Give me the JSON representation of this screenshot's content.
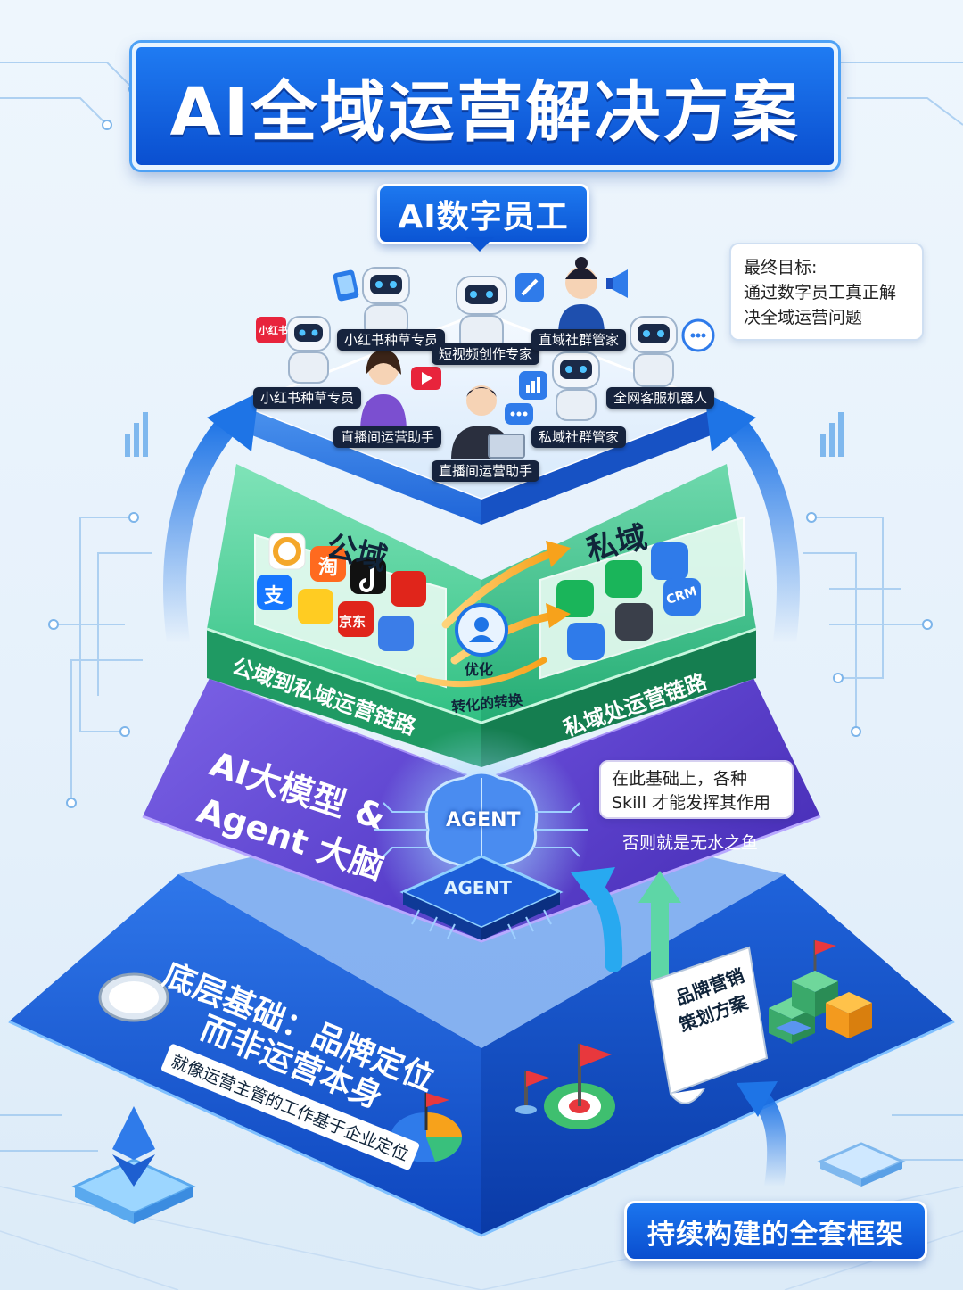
{
  "title": "AI全域运营解决方案",
  "top_layer": {
    "label": "AI数字员工",
    "goal_note": [
      "最终目标:",
      "通过数字员工真正解",
      "决全域运营问题"
    ],
    "roles": [
      "小红书种草专员",
      "短视频创作专家",
      "直域社群管家",
      "小红书种草专员",
      "直播间运营助手",
      "直播间运营助手",
      "私域社群管家",
      "全网客服机器人"
    ],
    "app_badge": "小红书"
  },
  "second_layer": {
    "public_label": "公域",
    "private_label": "私域",
    "left_caption": "公域到私域运营链路",
    "right_caption": "私域处运营链路",
    "optimize_label": "优化",
    "convert_label": "转化的转换",
    "public_apps": [
      "淘",
      "支",
      "京东"
    ],
    "private_apps": [
      "CRM"
    ]
  },
  "third_layer": {
    "title_line1": "AI大模型 &",
    "title_line2": "Agent 大脑",
    "brain_label": "AGENT",
    "chip_label": "AGENT",
    "note": [
      "在此基础上，各种",
      "Skill 才能发挥其作用"
    ],
    "note_sub": "否则就是无水之鱼"
  },
  "base_layer": {
    "title_line1": "底层基础：品牌定位",
    "title_line2": "而非运营本身",
    "subtitle": "就像运营主管的工作基于企业定位",
    "doc_label": [
      "品牌营销",
      "策划方案"
    ]
  },
  "footer": "持续构建的全套框架",
  "colors": {
    "title_blue": "#0b55d4",
    "green_layer": "#3fcf8e",
    "purple_layer": "#6b4fd8",
    "base_blue": "#1553cf"
  }
}
